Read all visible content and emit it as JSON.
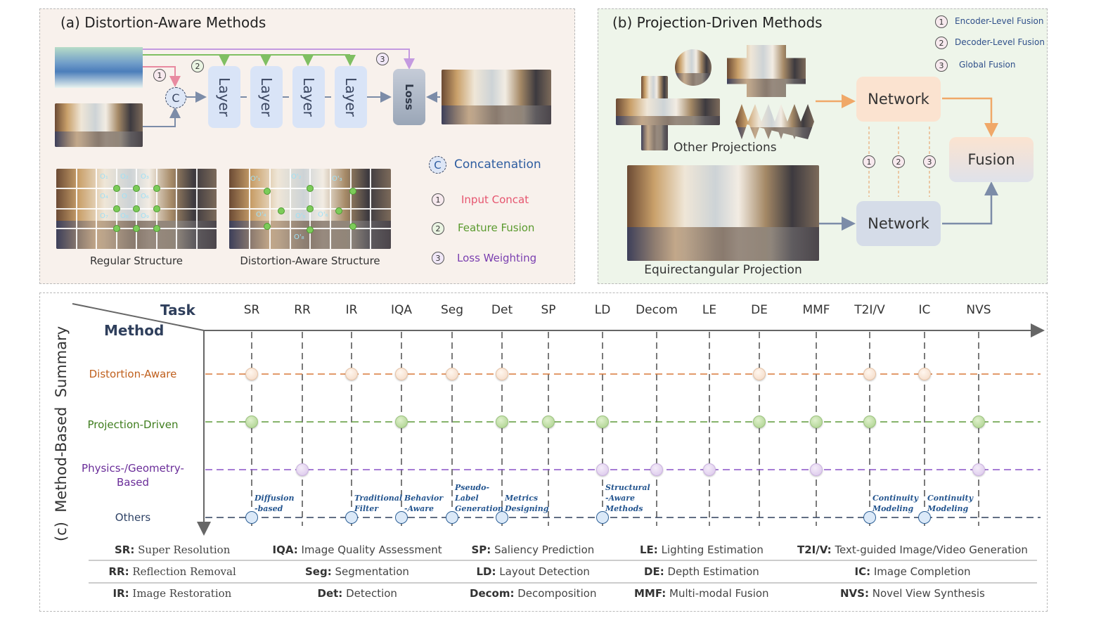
{
  "panel_a": {
    "title": "(a) Distortion-Aware Methods",
    "layers": [
      "Layer",
      "Layer",
      "Layer",
      "Layer"
    ],
    "loss_label": "Loss",
    "concat_symbol": "C",
    "markers": [
      "1",
      "2",
      "3"
    ],
    "grid_regular_caption": "Regular Structure",
    "grid_distortion_caption": "Distortion-Aware Structure",
    "legend": {
      "concat_label": "Concatenation",
      "items": [
        {
          "num": "1",
          "label": "Input Concat",
          "color": "#e6556f"
        },
        {
          "num": "2",
          "label": "Feature Fusion",
          "color": "#5a9a2e"
        },
        {
          "num": "3",
          "label": "Loss Weighting",
          "color": "#7a3fb0"
        }
      ]
    },
    "regular_grid_labels": [
      "O1",
      "O2",
      "O3",
      "O4",
      "O",
      "O6",
      "O7",
      "O8",
      "O9"
    ],
    "distortion_grid_labels": [
      "O'1",
      "O'2",
      "O'3",
      "O'4",
      "O'5",
      "O'6",
      "O'8"
    ]
  },
  "panel_b": {
    "title": "(b) Projection-Driven Methods",
    "other_projections_label": "Other Projections",
    "erp_label": "Equirectangular Projection",
    "network_top": "Network",
    "network_bottom": "Network",
    "fusion": "Fusion",
    "markers": [
      "1",
      "2",
      "3"
    ],
    "legend": [
      {
        "num": "1",
        "label": "Encoder-Level Fusion"
      },
      {
        "num": "2",
        "label": "Decoder-Level Fusion"
      },
      {
        "num": "3",
        "label": "Global Fusion"
      }
    ]
  },
  "panel_c": {
    "side_title": "(c)  Method-Based  Summary",
    "task_header": "Task",
    "method_header": "Method",
    "tasks": [
      "SR",
      "RR",
      "IR",
      "IQA",
      "Seg",
      "Det",
      "SP",
      "LD",
      "Decom",
      "LE",
      "DE",
      "MMF",
      "T2I/V",
      "IC",
      "NVS"
    ],
    "methods": [
      {
        "key": "da",
        "label": "Distortion-Aware",
        "color": "#c0601e",
        "line_color": "#d9783a",
        "tasks": [
          "SR",
          "IR",
          "IQA",
          "Seg",
          "Det",
          "DE",
          "T2I/V",
          "IC"
        ]
      },
      {
        "key": "pd",
        "label": "Projection-Driven",
        "color": "#3f7d1e",
        "line_color": "#5f9a3a",
        "tasks": [
          "SR",
          "IQA",
          "Det",
          "SP",
          "LD",
          "DE",
          "MMF",
          "T2I/V",
          "NVS"
        ]
      },
      {
        "key": "pg",
        "label": "Physics-/Geometry-\nBased",
        "color": "#6a2d99",
        "line_color": "#8a52c7",
        "tasks": [
          "RR",
          "LD",
          "Decom",
          "LE",
          "MMF",
          "NVS"
        ]
      },
      {
        "key": "ot",
        "label": "Others",
        "color": "#2f4366",
        "line_color": "#2f3f5c",
        "tasks": [
          "SR",
          "IR",
          "IQA",
          "Seg",
          "Det",
          "LD",
          "T2I/V",
          "IC"
        ]
      }
    ],
    "others_notes": [
      {
        "task": "SR",
        "text": "Diffusion\n-based"
      },
      {
        "task": "IR",
        "text": "Traditional\nFilter"
      },
      {
        "task": "IQA",
        "text": "Behavior\n-Aware"
      },
      {
        "task": "Seg",
        "text": "Pseudo-\nLabel\nGeneration"
      },
      {
        "task": "Det",
        "text": "Metrics\nDesigning"
      },
      {
        "task": "LD",
        "text": "Structural\n-Aware\nMethods"
      },
      {
        "task": "T2I/V",
        "text": "Continuity\nModeling"
      },
      {
        "task": "IC",
        "text": "Continuity\nModeling"
      }
    ],
    "abbreviations": [
      [
        {
          "abbr": "SR:",
          "full": "Super Resolution"
        },
        {
          "abbr": "IQA:",
          "full": "Image Quality Assessment"
        },
        {
          "abbr": "SP:",
          "full": "Saliency Prediction"
        },
        {
          "abbr": "LE:",
          "full": "Lighting Estimation"
        },
        {
          "abbr": "T2I/V:",
          "full": "Text-guided Image/Video Generation"
        }
      ],
      [
        {
          "abbr": "RR:",
          "full": "Reflection Removal"
        },
        {
          "abbr": "Seg:",
          "full": "Segmentation"
        },
        {
          "abbr": "LD:",
          "full": "Layout Detection"
        },
        {
          "abbr": "DE:",
          "full": "Depth Estimation"
        },
        {
          "abbr": "IC:",
          "full": "Image Completion"
        }
      ],
      [
        {
          "abbr": "IR:",
          "full": "Image Restoration"
        },
        {
          "abbr": "Det:",
          "full": "Detection"
        },
        {
          "abbr": "Decom:",
          "full": "Decomposition"
        },
        {
          "abbr": "MMF:",
          "full": "Multi-modal Fusion"
        },
        {
          "abbr": "NVS:",
          "full": "Novel View Synthesis"
        }
      ]
    ]
  }
}
